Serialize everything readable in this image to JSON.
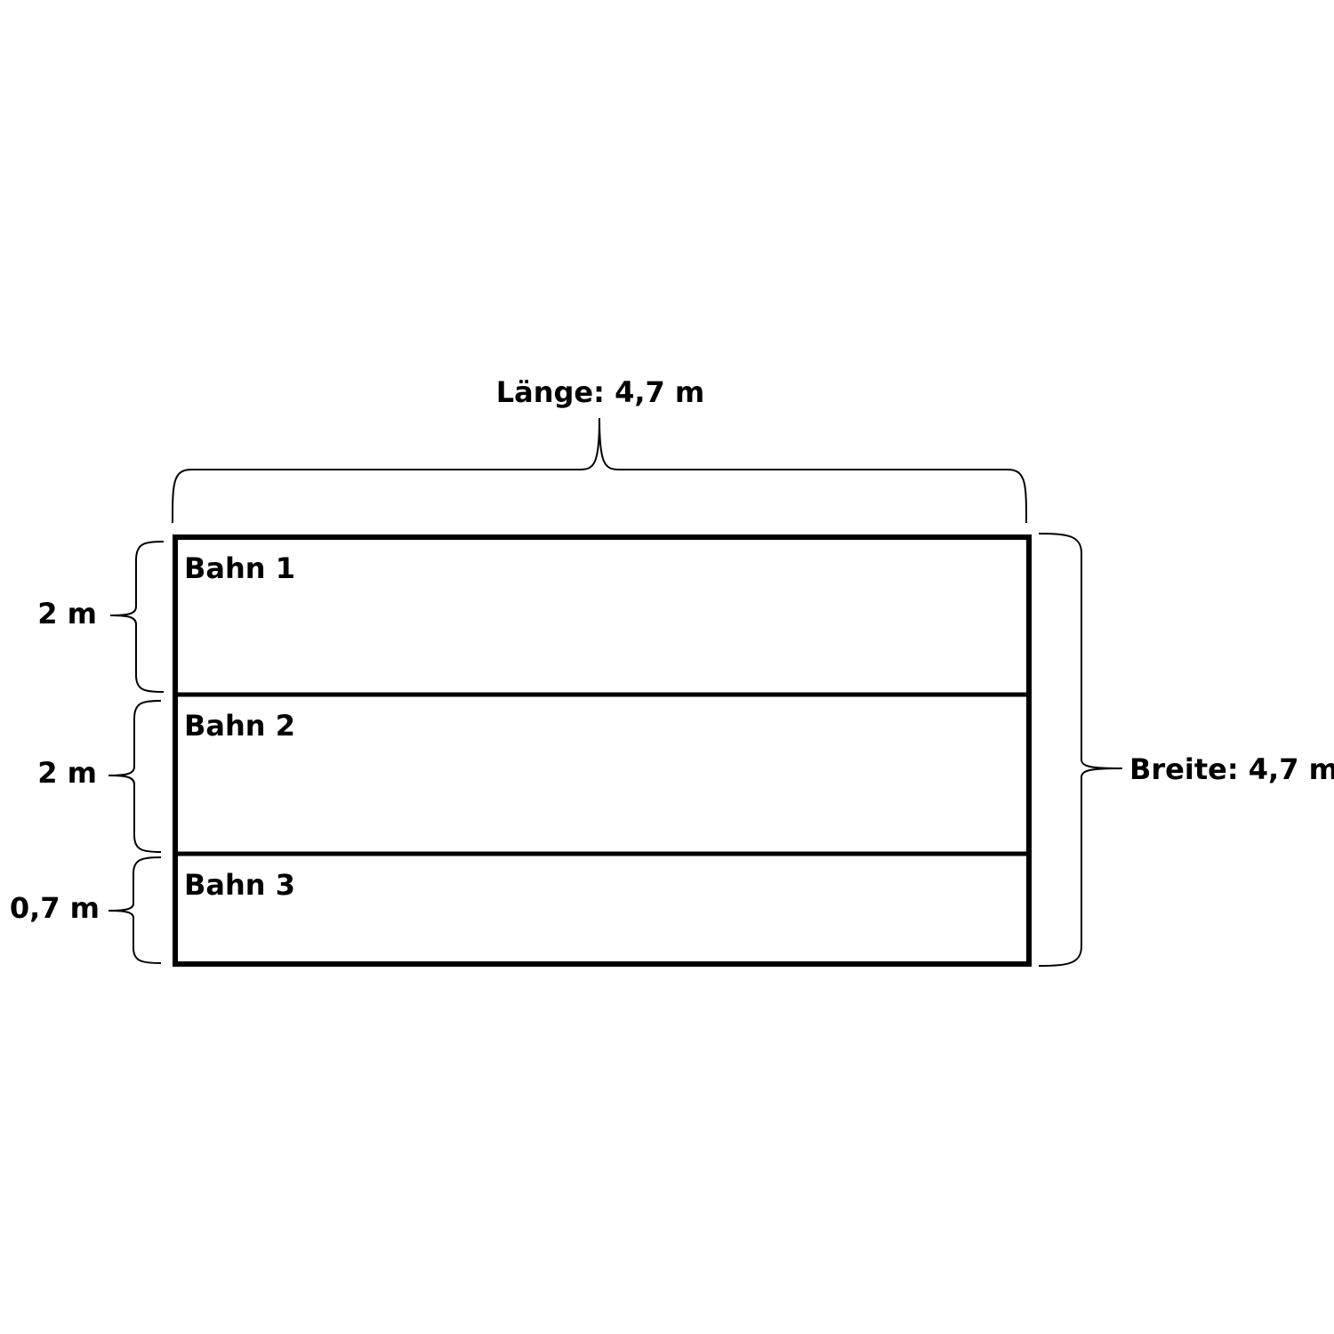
{
  "dimensions": {
    "length_label": "Länge: 4,7 m",
    "width_label": "Breite: 4,7 m"
  },
  "strips": [
    {
      "label": "Bahn 1",
      "width_label": "2 m",
      "width_m": 2
    },
    {
      "label": "Bahn 2",
      "width_label": "2 m",
      "width_m": 2
    },
    {
      "label": "Bahn 3",
      "width_label": "0,7 m",
      "width_m": 0.7
    }
  ],
  "colors": {
    "line": "#000000",
    "background": "#ffffff"
  }
}
